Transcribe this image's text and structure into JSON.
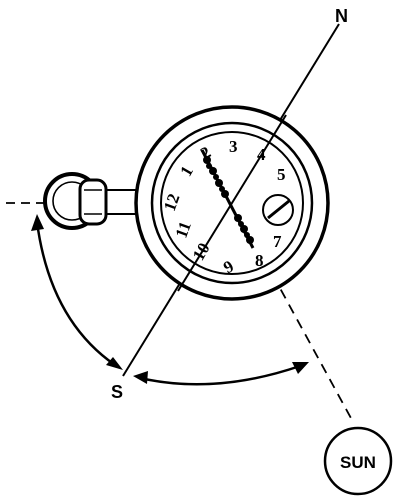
{
  "labels": {
    "north": "N",
    "south": "S",
    "sun": "SUN"
  },
  "watch": {
    "numbers": [
      "12",
      "1",
      "2",
      "3",
      "4",
      "5",
      "7",
      "8",
      "9",
      "10",
      "11"
    ]
  },
  "colors": {
    "ink": "#000000",
    "paper": "#ffffff"
  }
}
